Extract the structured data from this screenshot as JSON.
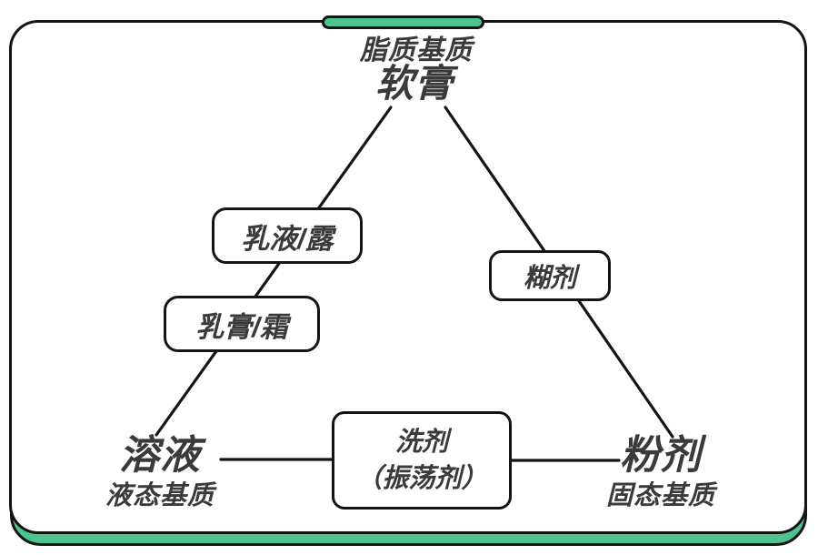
{
  "colors": {
    "green": "#4ec28f",
    "line": "#141414",
    "text": "#3a3a3a"
  },
  "apex": {
    "subtitle": "脂质基质",
    "title": "软膏"
  },
  "bottom_left": {
    "title": "溶液",
    "subtitle": "液态基质"
  },
  "bottom_right": {
    "title": "粉剂",
    "subtitle": "固态基质"
  },
  "boxes": {
    "emulsion": "乳液/露",
    "cream": "乳膏/霜",
    "paste": "糊剂",
    "wash_line1": "洗剂",
    "wash_line2": "（振荡剂）"
  }
}
